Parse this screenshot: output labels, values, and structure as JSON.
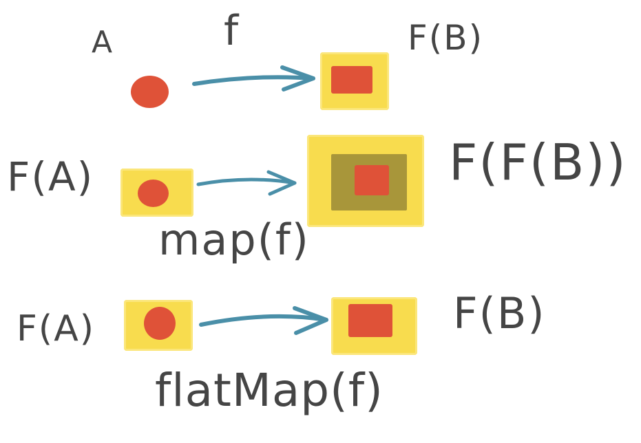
{
  "row1": {
    "source_label": "A",
    "function_label": "f",
    "target_label": "F(B)"
  },
  "row2": {
    "source_label": "F(A)",
    "target_label": "F(F(B))",
    "operation_label": "map(f)"
  },
  "row3": {
    "source_label": "F(A)",
    "target_label": "F(B)",
    "operation_label": "flatMap(f)"
  },
  "colors": {
    "value": "#df5238",
    "container": "#f8dc4e",
    "nested_container": "#a8963a",
    "arrow": "#4a8fa8",
    "text": "#454545"
  }
}
